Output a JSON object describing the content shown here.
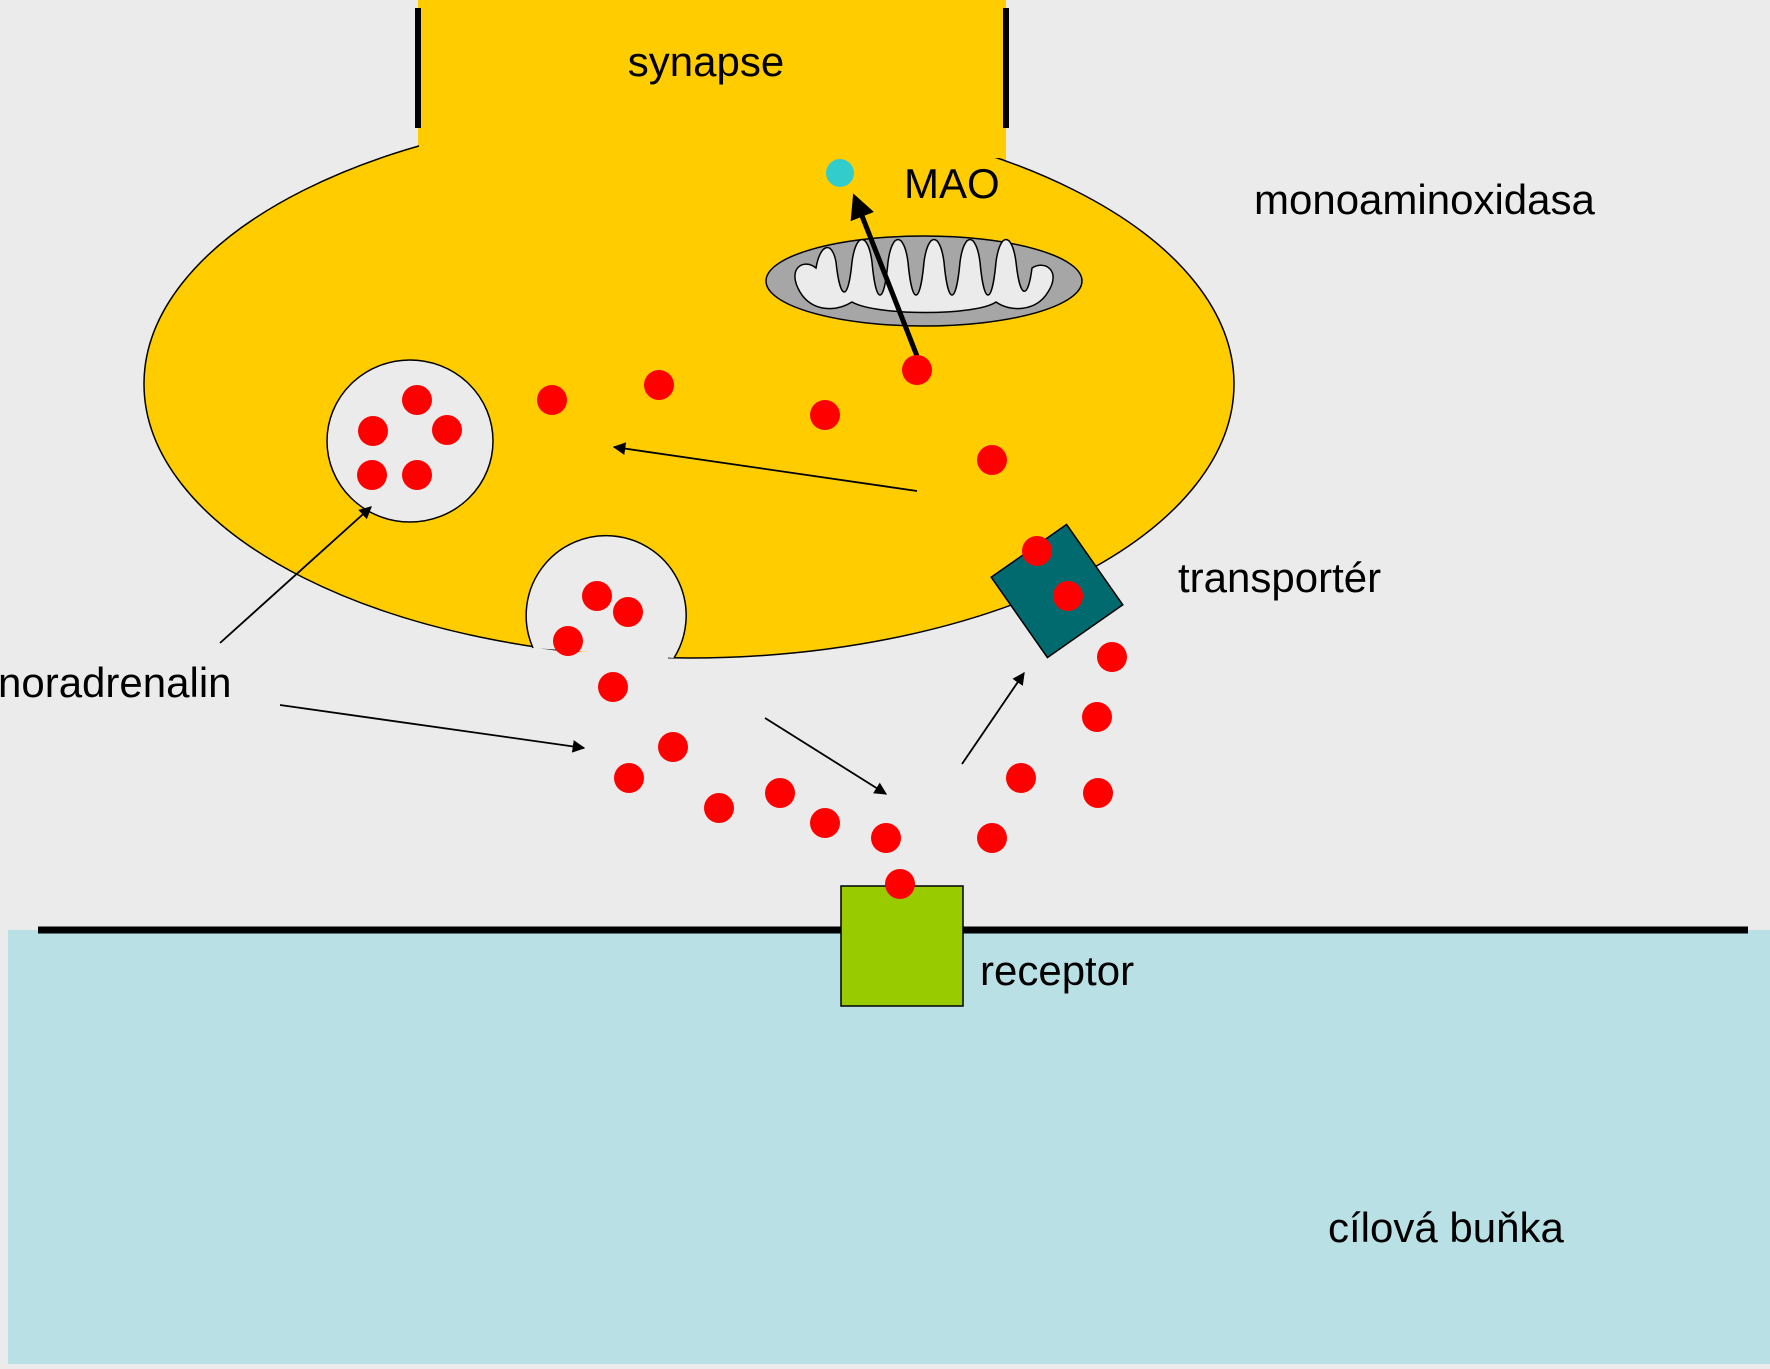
{
  "labels": {
    "synapse": "synapse",
    "mao": "MAO",
    "monoaminoxidasa": "monoaminoxidasa",
    "transporter": "transportér",
    "noradrenalin": "noradrenalin",
    "receptor": "receptor",
    "target_cell": "cílová buňka"
  },
  "colors": {
    "background": "#ebebeb",
    "neuron": "#ffcc00",
    "target_cell": "#b9e0e4",
    "noradrenalin": "#ff0000",
    "mao_product": "#33cccc",
    "mitochondrion": "#a6a6a6",
    "transporter": "#006a6e",
    "receptor": "#99cc00",
    "vesicle": "#ebebeb",
    "outline": "#000000"
  },
  "icons": {
    "molecule": "red-dot",
    "mao_product": "cyan-dot",
    "mitochondrion": "mitochondrion-cristae",
    "transporter": "tilted-rectangle",
    "receptor": "green-square"
  }
}
